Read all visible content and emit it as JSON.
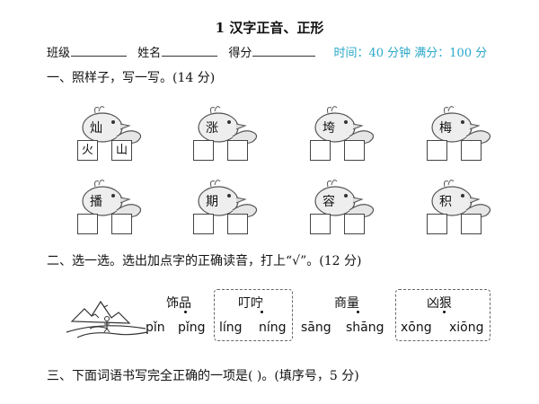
{
  "header": {
    "title": "1  汉字正音、正形",
    "class_label": "班级",
    "name_label": "姓名",
    "score_label": "得分",
    "time_info": "时间：40 分钟  满分：100 分"
  },
  "section1": {
    "heading": "一、照样子，写一写。(14 分)",
    "items": [
      {
        "char": "灿",
        "box1": "火",
        "box2": "山"
      },
      {
        "char": "涨",
        "box1": "",
        "box2": ""
      },
      {
        "char": "垮",
        "box1": "",
        "box2": ""
      },
      {
        "char": "梅",
        "box1": "",
        "box2": ""
      },
      {
        "char": "播",
        "box1": "",
        "box2": ""
      },
      {
        "char": "期",
        "box1": "",
        "box2": ""
      },
      {
        "char": "容",
        "box1": "",
        "box2": ""
      },
      {
        "char": "积",
        "box1": "",
        "box2": ""
      }
    ]
  },
  "section2": {
    "heading": "二、选一选。选出加点字的正确读音，打上“√”。(12 分)",
    "groups": [
      {
        "word": "饰品",
        "py1": "pǐn",
        "py2": "pǐng"
      },
      {
        "word": "叮咛",
        "py1": "líng",
        "py2": "níng"
      },
      {
        "word": "商量",
        "py1": "sāng",
        "py2": "shāng"
      },
      {
        "word": "凶狠",
        "py1": "xōng",
        "py2": "xiōng"
      }
    ]
  },
  "section3": {
    "heading": "三、下面词语书写完全正确的一项是(   )。(填序号，5 分)"
  }
}
